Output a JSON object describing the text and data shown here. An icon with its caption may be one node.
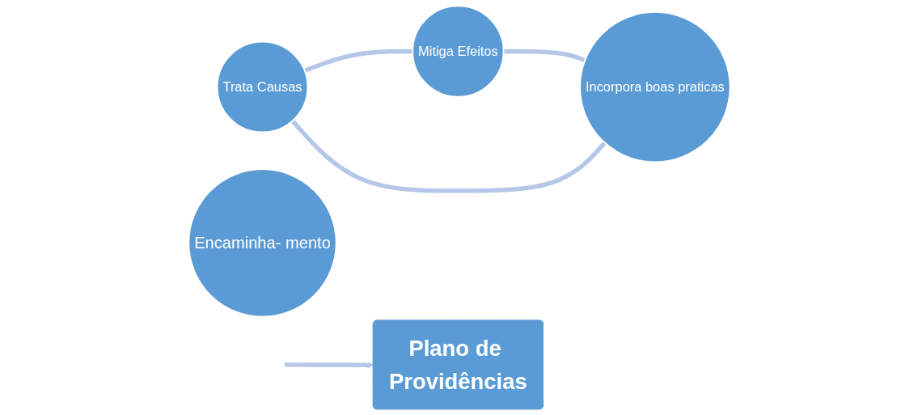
{
  "diagram": {
    "nodes": [
      {
        "text": [
          "Trata Causas"
        ]
      },
      {
        "text": [
          "Encaminha- mento"
        ]
      },
      {
        "text": [
          "Incorpora boas praticas"
        ]
      },
      {
        "text": [
          "Mitiga Efeitos"
        ]
      },
      {
        "text": [
          "Plano de Providências"
        ]
      }
    ],
    "edges": [
      {
        "from": 0,
        "to": 3,
        "arrow": "none"
      },
      {
        "from": 3,
        "to": 2,
        "arrow": "none"
      },
      {
        "from": 2,
        "to": 0,
        "arrow": "none"
      },
      {
        "from": null,
        "to": 4,
        "arrow": "to"
      }
    ]
  }
}
